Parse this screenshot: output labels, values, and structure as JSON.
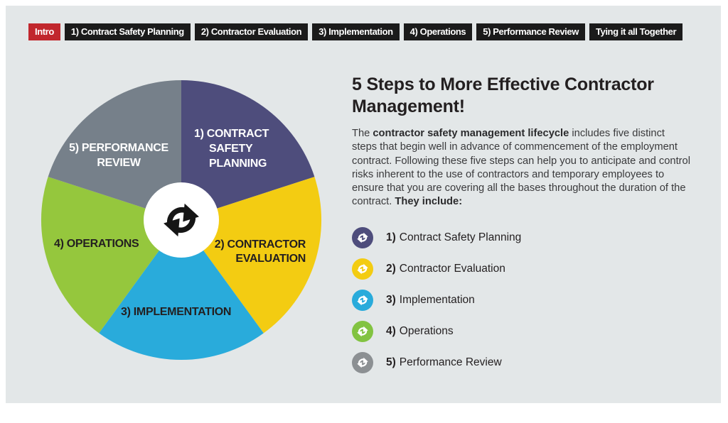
{
  "nav": {
    "active_color": "#c1272d",
    "inactive_color": "#1b1b1b",
    "tabs": [
      {
        "label": "Intro",
        "active": true
      },
      {
        "label": "1) Contract Safety Planning",
        "active": false
      },
      {
        "label": "2) Contractor Evaluation",
        "active": false
      },
      {
        "label": "3) Implementation",
        "active": false
      },
      {
        "label": "4) Operations",
        "active": false
      },
      {
        "label": "5) Performance Review",
        "active": false
      },
      {
        "label": "Tying it all Together",
        "active": false
      }
    ]
  },
  "pie": {
    "center_icon": "cycle-arrows",
    "slices": [
      {
        "color": "#4e4d7c",
        "text_color": "#ffffff",
        "label_lines": [
          "1) CONTRACT",
          "SAFETY",
          "PLANNING"
        ]
      },
      {
        "color": "#f3cc12",
        "text_color": "#231f20",
        "label_lines": [
          "2) CONTRACTOR",
          "EVALUATION"
        ]
      },
      {
        "color": "#29abdb",
        "text_color": "#231f20",
        "label_lines": [
          "3) IMPLEMENTATION"
        ]
      },
      {
        "color": "#95c73d",
        "text_color": "#231f20",
        "label_lines": [
          "4) OPERATIONS"
        ]
      },
      {
        "color": "#76808a",
        "text_color": "#ffffff",
        "label_lines": [
          "5) PERFORMANCE",
          "REVIEW"
        ]
      }
    ]
  },
  "content": {
    "title": "5 Steps to More Effective Contractor Management!",
    "paragraph": {
      "part1": "The ",
      "bold1": "contractor safety management lifecycle",
      "part2": " includes five distinct steps that begin well in advance of commencement of the employment contract. Following these five steps can help you to anticipate and control risks inherent to the use of contractors and temporary employees to ensure that you are covering all the bases throughout the duration of the contract. ",
      "bold2": "They include:"
    },
    "steps": [
      {
        "num": "1)",
        "label": "Contract Safety Planning",
        "color": "#4e4d7c"
      },
      {
        "num": "2)",
        "label": "Contractor Evaluation",
        "color": "#f3cc12"
      },
      {
        "num": "3)",
        "label": "Implementation",
        "color": "#29abdb"
      },
      {
        "num": "4)",
        "label": "Operations",
        "color": "#82c341"
      },
      {
        "num": "5)",
        "label": "Performance Review",
        "color": "#8c9093"
      }
    ]
  },
  "chart_data": {
    "type": "pie",
    "title": "Contractor Safety Management Lifecycle",
    "categories": [
      "1) Contract Safety Planning",
      "2) Contractor Evaluation",
      "3) Implementation",
      "4) Operations",
      "5) Performance Review"
    ],
    "values": [
      20,
      20,
      20,
      20,
      20
    ],
    "colors": [
      "#4e4d7c",
      "#f3cc12",
      "#29abdb",
      "#95c73d",
      "#76808a"
    ],
    "layout": "five equal 72-degree segments clockwise from top, white center hub with black cycle-arrows icon"
  },
  "colors": {
    "panel_bg": "#e3e7e8",
    "page_bg": "#ffffff",
    "text_dark": "#231f20"
  }
}
